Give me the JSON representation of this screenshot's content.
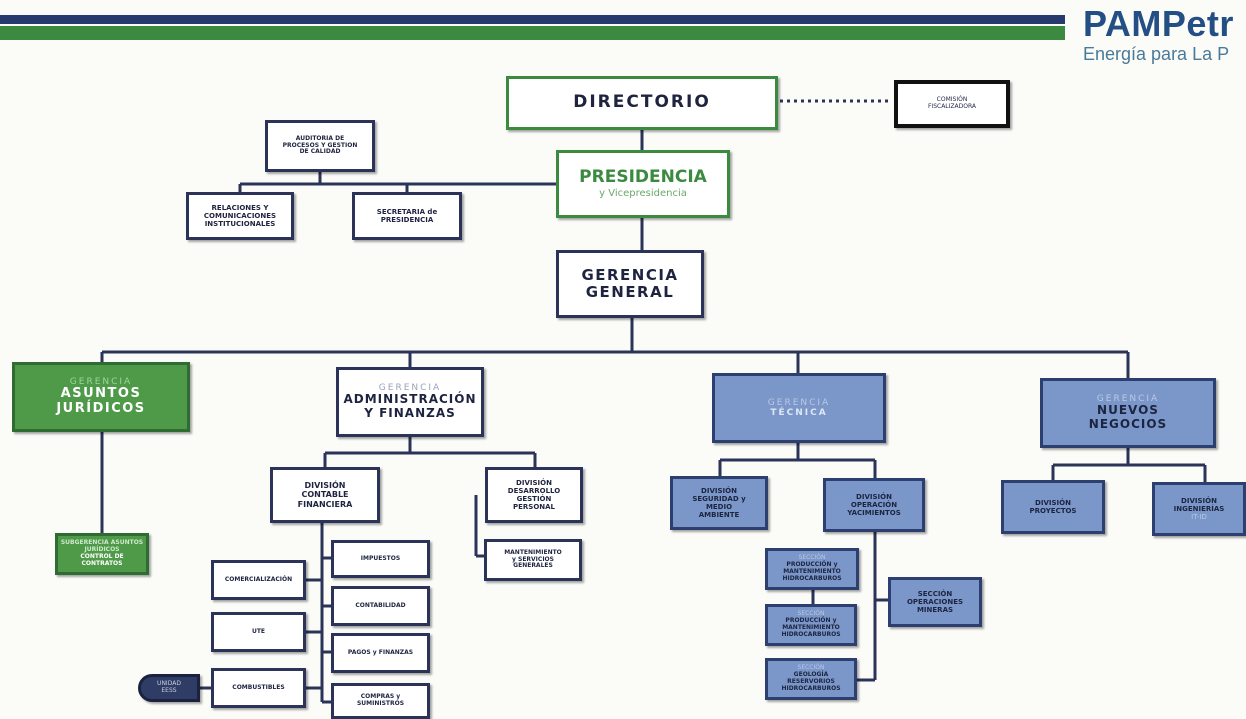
{
  "brand": {
    "name": "PAMPetr",
    "tagline": "Energía para La P"
  },
  "nodes": {
    "directorio": "DIRECTORIO",
    "comision": [
      "COMISIÓN",
      "FISCALIZADORA"
    ],
    "auditoria": [
      "AUDITORIA DE",
      "PROCESOS Y GESTION",
      "DE CALIDAD"
    ],
    "presidencia": "PRESIDENCIA",
    "vicepresidencia": "y Vicepresidencia",
    "relaciones": [
      "RELACIONES Y",
      "COMUNICACIONES",
      "INSTITUCIONALES"
    ],
    "secretaria": [
      "SECRETARIA de",
      "PRESIDENCIA"
    ],
    "gerencia_general": [
      "GERENCIA",
      "GENERAL"
    ],
    "gerencia_prefix": "GERENCIA",
    "asuntos": [
      "ASUNTOS",
      "JURÍDICOS"
    ],
    "admin": [
      "ADMINISTRACIÓN",
      "Y FINANZAS"
    ],
    "tecnica": "TÉCNICA",
    "nuevos": [
      "NUEVOS",
      "NEGOCIOS"
    ],
    "subgerencia_asuntos": [
      "SUBGERENCIA ASUNTOS JURÍDICOS",
      "CONTROL DE",
      "CONTRATOS"
    ],
    "div_contable": [
      "DIVISIÓN",
      "CONTABLE",
      "FINANCIERA"
    ],
    "div_desarrollo": [
      "DIVISIÓN",
      "DESARROLLO",
      "GESTIÓN",
      "PERSONAL"
    ],
    "mantenimiento": [
      "MANTENIMIENTO",
      "y SERVICIOS",
      "GENERALES"
    ],
    "comercializacion": "COMERCIALIZACIÓN",
    "ute": "UTE",
    "combustibles": "COMBUSTIBLES",
    "unidad": [
      "UNIDAD",
      "EESS"
    ],
    "impuestos": "IMPUESTOS",
    "contabilidad": "CONTABILIDAD",
    "pagos": "PAGOS y FINANZAS",
    "compras": [
      "COMPRAS y",
      "SUMINISTROS"
    ],
    "div_seguridad": [
      "DIVISIÓN",
      "SEGURIDAD y",
      "MEDIO",
      "AMBIENTE"
    ],
    "div_operacion": [
      "DIVISIÓN",
      "OPERACIÓN",
      "YACIMIENTOS"
    ],
    "prod1": [
      "SECCIÓN",
      "PRODUCCIÓN y",
      "MANTENIMIENTO",
      "HIDROCARBUROS"
    ],
    "prod2": [
      "SECCIÓN",
      "PRODUCCIÓN y",
      "MANTENIMIENTO",
      "HIDROCARBUROS"
    ],
    "geologia": [
      "SECCIÓN",
      "GEOLOGÍA",
      "RESERVORIOS",
      "HIDROCARBUROS"
    ],
    "seccion_mineras": [
      "SECCIÓN",
      "OPERACIONES",
      "MINERAS"
    ],
    "div_proyectos": [
      "DIVISIÓN",
      "PROYECTOS"
    ],
    "div_ingenierias": [
      "DIVISIÓN",
      "INGENIERÍAS",
      "IT-ID"
    ]
  },
  "colors": {
    "navy": "#2b3458",
    "green": "#3c8a3f",
    "green_fill": "#4e9a49",
    "blue_fill": "#7b96c8"
  }
}
